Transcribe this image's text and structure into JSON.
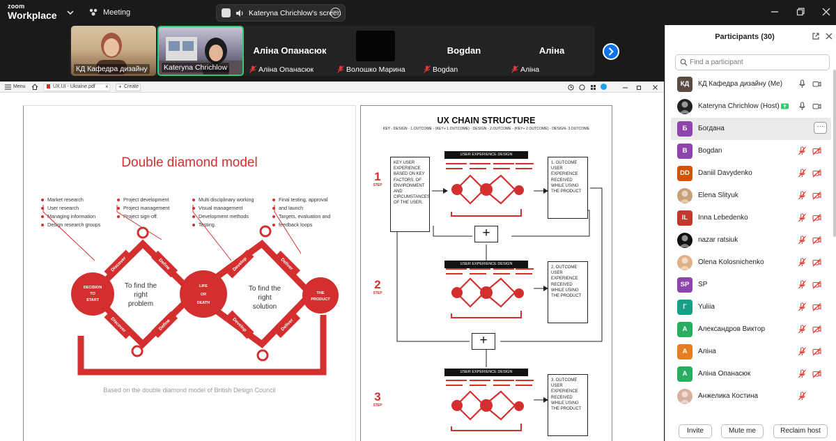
{
  "topbar": {
    "logo_small": "zoom",
    "logo_big": "Workplace",
    "meeting_label": "Meeting",
    "share_label": "Kateryna Chrichlow's screen",
    "icons": [
      "chevron-down-icon",
      "meeting-icon",
      "speaker-icon",
      "more-icon",
      "minimize-icon",
      "restore-icon",
      "close-icon"
    ]
  },
  "video_strip": {
    "tiles": [
      {
        "name": "КД Кафедра дизайну",
        "style": "camera"
      },
      {
        "name": "Kateryna Chrichlow",
        "style": "camera-active"
      },
      {
        "name": "Аліна Опанасюк",
        "big": "Аліна Опанасюк",
        "muted": true
      },
      {
        "name": "Волошко Марина",
        "big": "",
        "muted": true
      },
      {
        "name": "Bogdan",
        "big": "Bogdan",
        "muted": true
      },
      {
        "name": "Аліна",
        "big": "Аліна",
        "muted": true
      }
    ]
  },
  "pdf_viewer": {
    "menu_label": "Menu",
    "tab_title": "UX.UI - Ukraine.pdf",
    "create_label": "Create",
    "slide1": {
      "title": "Double diamond model",
      "note": "Based on the double diamond model of British Design Council",
      "groups": [
        [
          "Market research",
          "User research",
          "Managing information",
          "Design research groups"
        ],
        [
          "Project development",
          "Project management",
          "Project sign-off."
        ],
        [
          "Multi disciplinary working",
          "Visual management",
          "Development methods",
          "Testing."
        ],
        [
          "Final testing, approval",
          "and launch",
          "Targets, evaluation and",
          "feedback loops"
        ]
      ],
      "phases": [
        "Discover",
        "Define",
        "Develop",
        "Deliver"
      ],
      "nodes": {
        "start": [
          "DECISION",
          "TO",
          "START"
        ],
        "middle": [
          "LIFE",
          "OR",
          "DEATH"
        ],
        "end": [
          "THE",
          "PRODUCT"
        ]
      },
      "texts": {
        "left": [
          "To find the",
          "right",
          "problem"
        ],
        "right": [
          "To find the",
          "right",
          "solution"
        ]
      }
    },
    "slide2": {
      "title": "UX CHAIN STRUCTURE",
      "subtitle": "KEY - DESIGN - 1.OUTCOME - (KEY+ 1.OUTCOME) - DESIGN - 2.OUTCOME - (KEY+ 2.OUTCOME) - DESIGN- 3.OUTCOME",
      "key_text": "KEY USER EXPERIENCE BASED ON KEY FACTORS, OF ENVIRONMENT AND CIRCUMSTANCES OF THE USER.",
      "design_label": "USER EXPERIENCE DESIGN",
      "step_word": "STEP",
      "steps": [
        {
          "n": "1",
          "outcome": "1. OUTCOME USER EXPERIENCE RECEIVED WHILE USING THE PRODUCT"
        },
        {
          "n": "2",
          "outcome": "2. OUTCOME USER EXPERIENCE RECEIVED WHILE USING THE PRODUCT"
        },
        {
          "n": "3",
          "outcome": "3. OUTCOME USER EXPERIENCE RECEIVED WHILE USING THE PRODUCT"
        }
      ],
      "plus": "+"
    }
  },
  "participants": {
    "title": "Participants (30)",
    "search_placeholder": "Find a participant",
    "list": [
      {
        "initials": "КД",
        "name": "КД Кафедра дизайну (Me)",
        "color": "#5a4a42",
        "mic": "on",
        "cam": "on"
      },
      {
        "initials": "",
        "name": "Kateryna Chrichlow (Host)",
        "color": "#222222",
        "photo": true,
        "mic": "on",
        "cam": "on",
        "sharing": true
      },
      {
        "initials": "Б",
        "name": "Богдана",
        "color": "#8e44ad",
        "selected": true
      },
      {
        "initials": "B",
        "name": "Bogdan",
        "color": "#8e44ad",
        "mic": "off",
        "cam": "off"
      },
      {
        "initials": "DD",
        "name": "Daniil Davydenko",
        "color": "#d35400",
        "mic": "off",
        "cam": "off"
      },
      {
        "initials": "",
        "name": "Elena Slityuk",
        "color": "#c8a079",
        "photo": true,
        "mic": "off",
        "cam": "off"
      },
      {
        "initials": "IL",
        "name": "Inna Lebedenko",
        "color": "#c0392b",
        "mic": "off",
        "cam": "off"
      },
      {
        "initials": "",
        "name": "nazar ratsiuk",
        "color": "#111111",
        "photo": true,
        "mic": "off",
        "cam": "off"
      },
      {
        "initials": "",
        "name": "Olena Kolosnichenko",
        "color": "#e0b088",
        "photo": true,
        "mic": "off",
        "cam": "off"
      },
      {
        "initials": "SP",
        "name": "SP",
        "color": "#8e44ad",
        "mic": "off",
        "cam": "off"
      },
      {
        "initials": "Г",
        "name": "Yuliia",
        "color": "#16a085",
        "mic": "off",
        "cam": "off"
      },
      {
        "initials": "А",
        "name": "Александров Виктор",
        "color": "#27ae60",
        "mic": "off",
        "cam": "off"
      },
      {
        "initials": "А",
        "name": "Аліна",
        "color": "#e67e22",
        "mic": "off",
        "cam": "off"
      },
      {
        "initials": "А",
        "name": "Аліна Опанасюк",
        "color": "#27ae60",
        "mic": "off",
        "cam": "off"
      },
      {
        "initials": "",
        "name": "Анжелика Костина",
        "color": "#d8b0a0",
        "photo": true,
        "mic": "off"
      }
    ],
    "buttons": {
      "invite": "Invite",
      "mute_me": "Mute me",
      "reclaim_host": "Reclaim host"
    }
  },
  "colors": {
    "accent_red": "#d32f2f",
    "zoom_blue": "#0e72ed",
    "active_green": "#2ecc71",
    "mute_red": "#e53935"
  }
}
